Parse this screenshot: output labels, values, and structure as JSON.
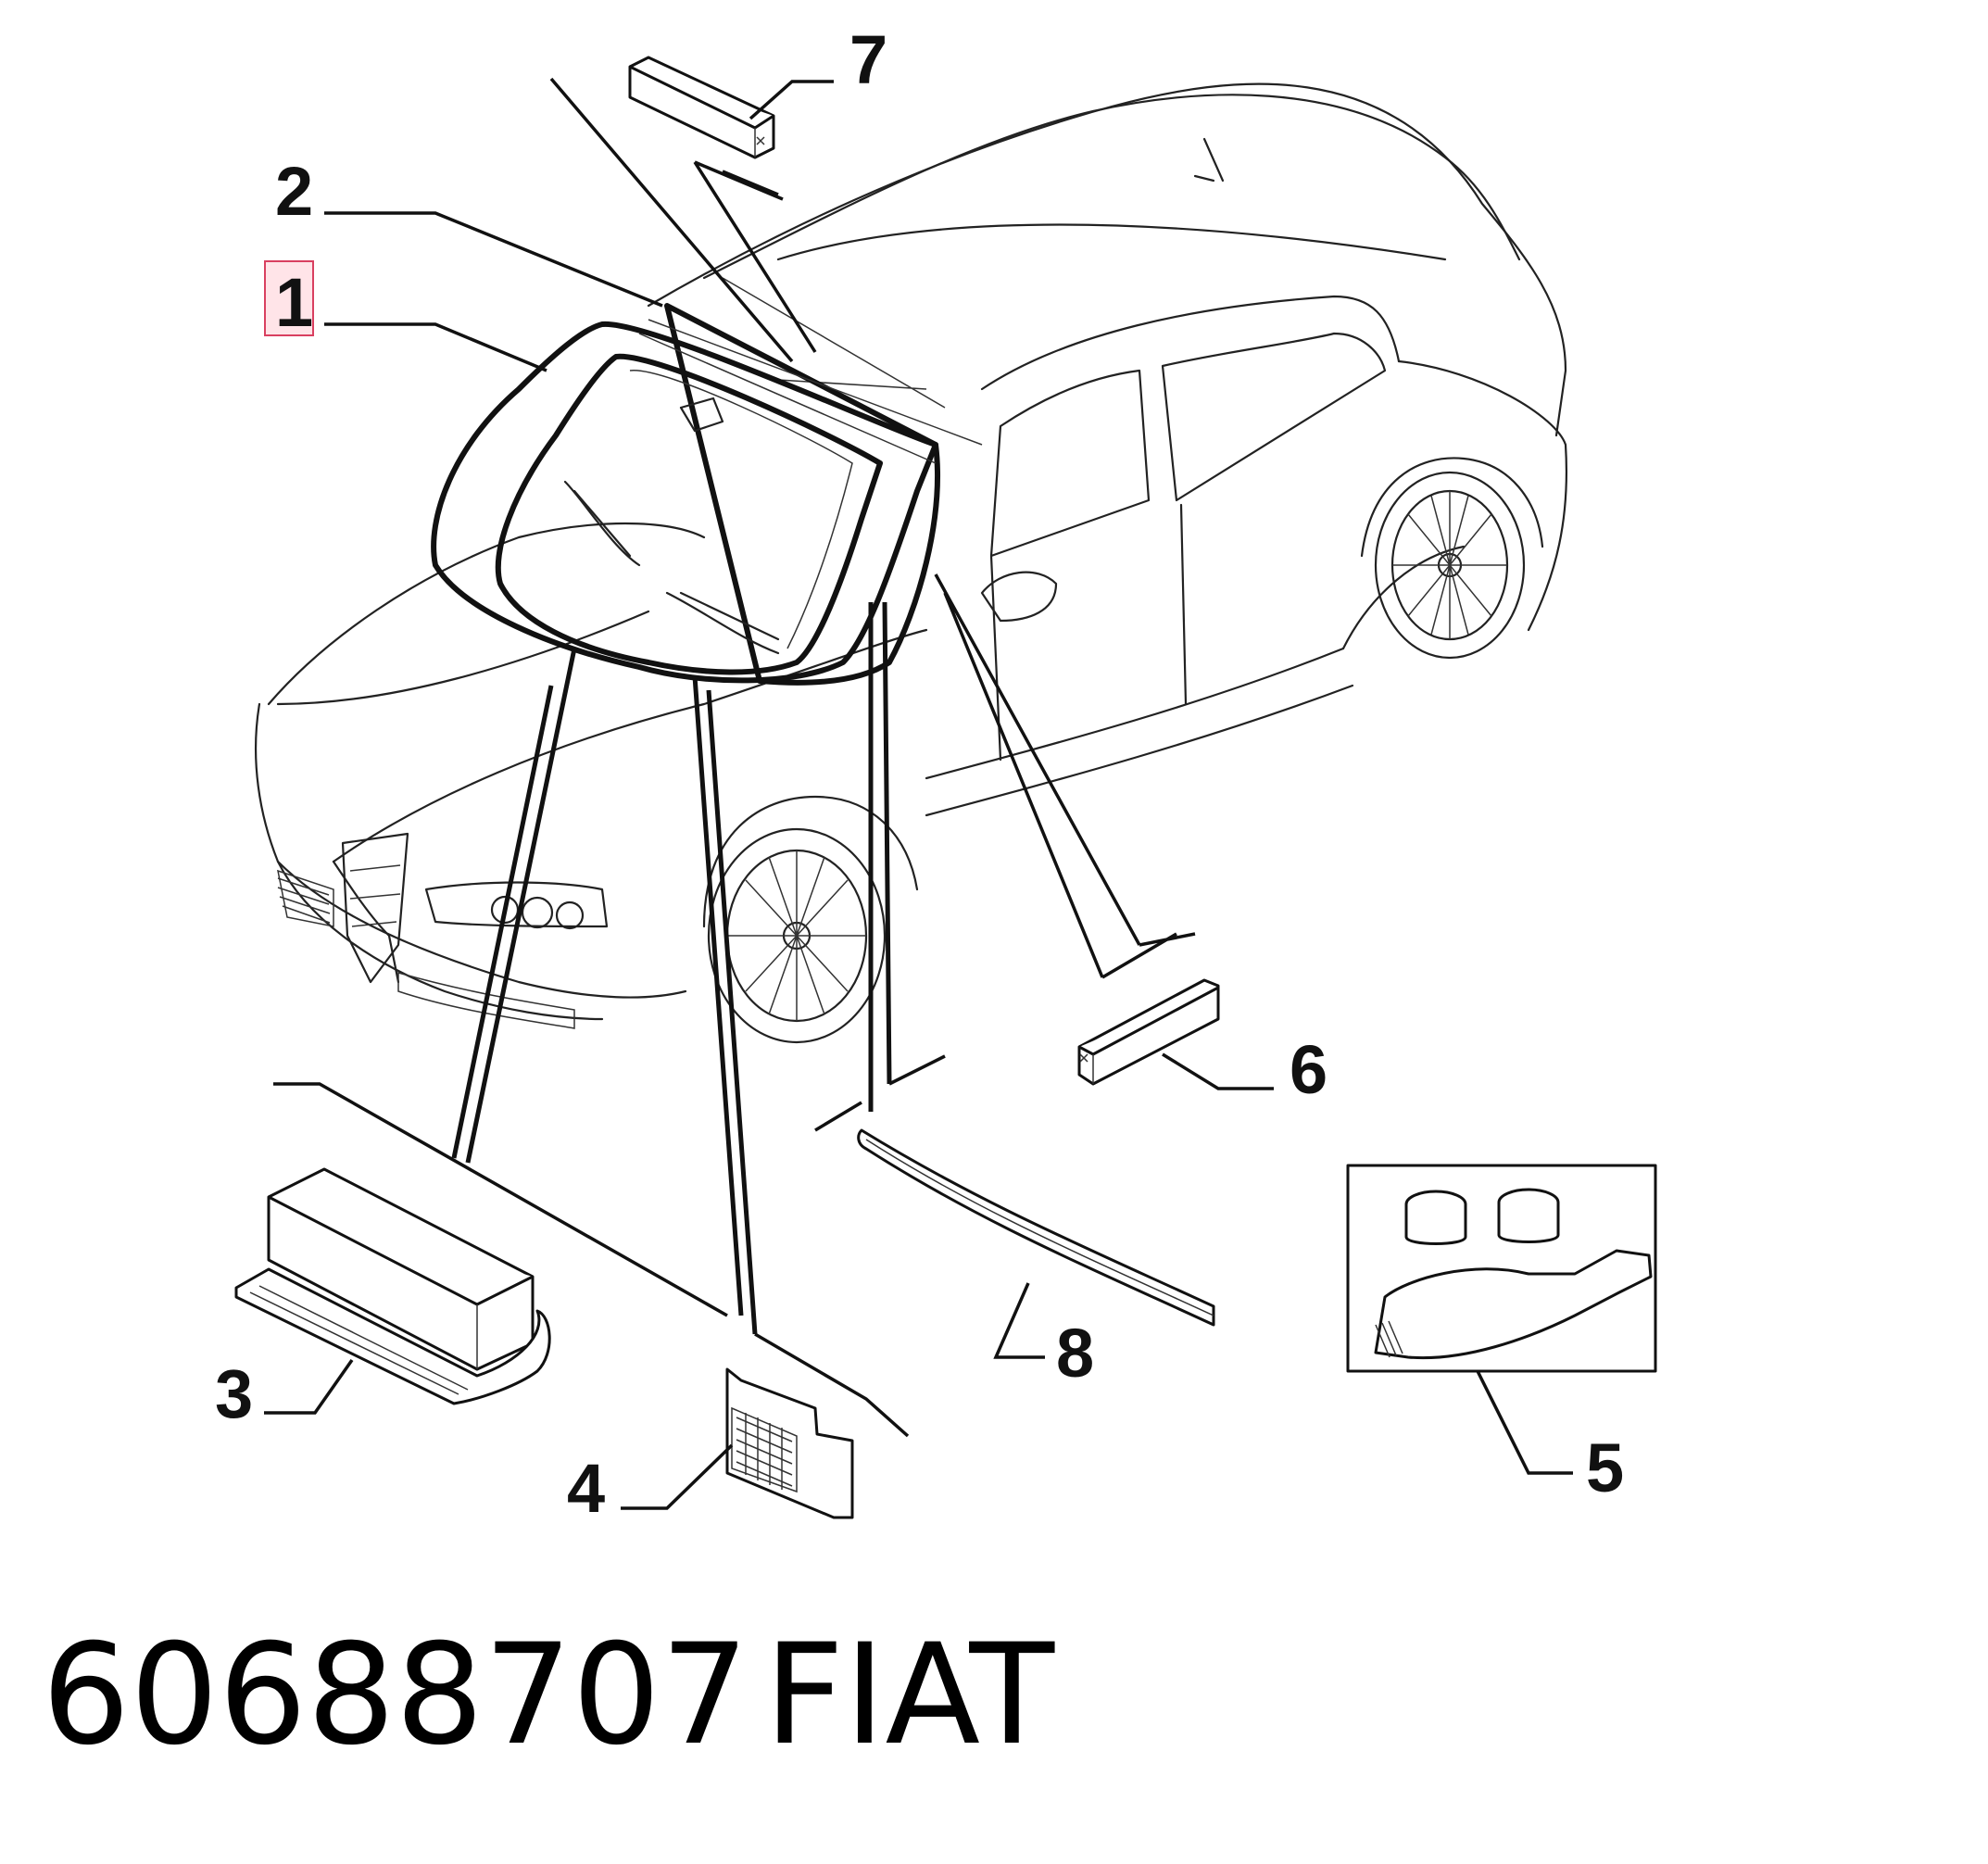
{
  "diagram": {
    "callouts": [
      {
        "id": "1",
        "label": "1",
        "highlighted": true
      },
      {
        "id": "2",
        "label": "2"
      },
      {
        "id": "3",
        "label": "3"
      },
      {
        "id": "4",
        "label": "4"
      },
      {
        "id": "5",
        "label": "5"
      },
      {
        "id": "6",
        "label": "6"
      },
      {
        "id": "7",
        "label": "7"
      },
      {
        "id": "8",
        "label": "8"
      }
    ],
    "highlight_color": "#ffe4e8",
    "highlight_border": "#d94060"
  },
  "footer": {
    "part_number": "60688707",
    "brand": "FIAT"
  }
}
